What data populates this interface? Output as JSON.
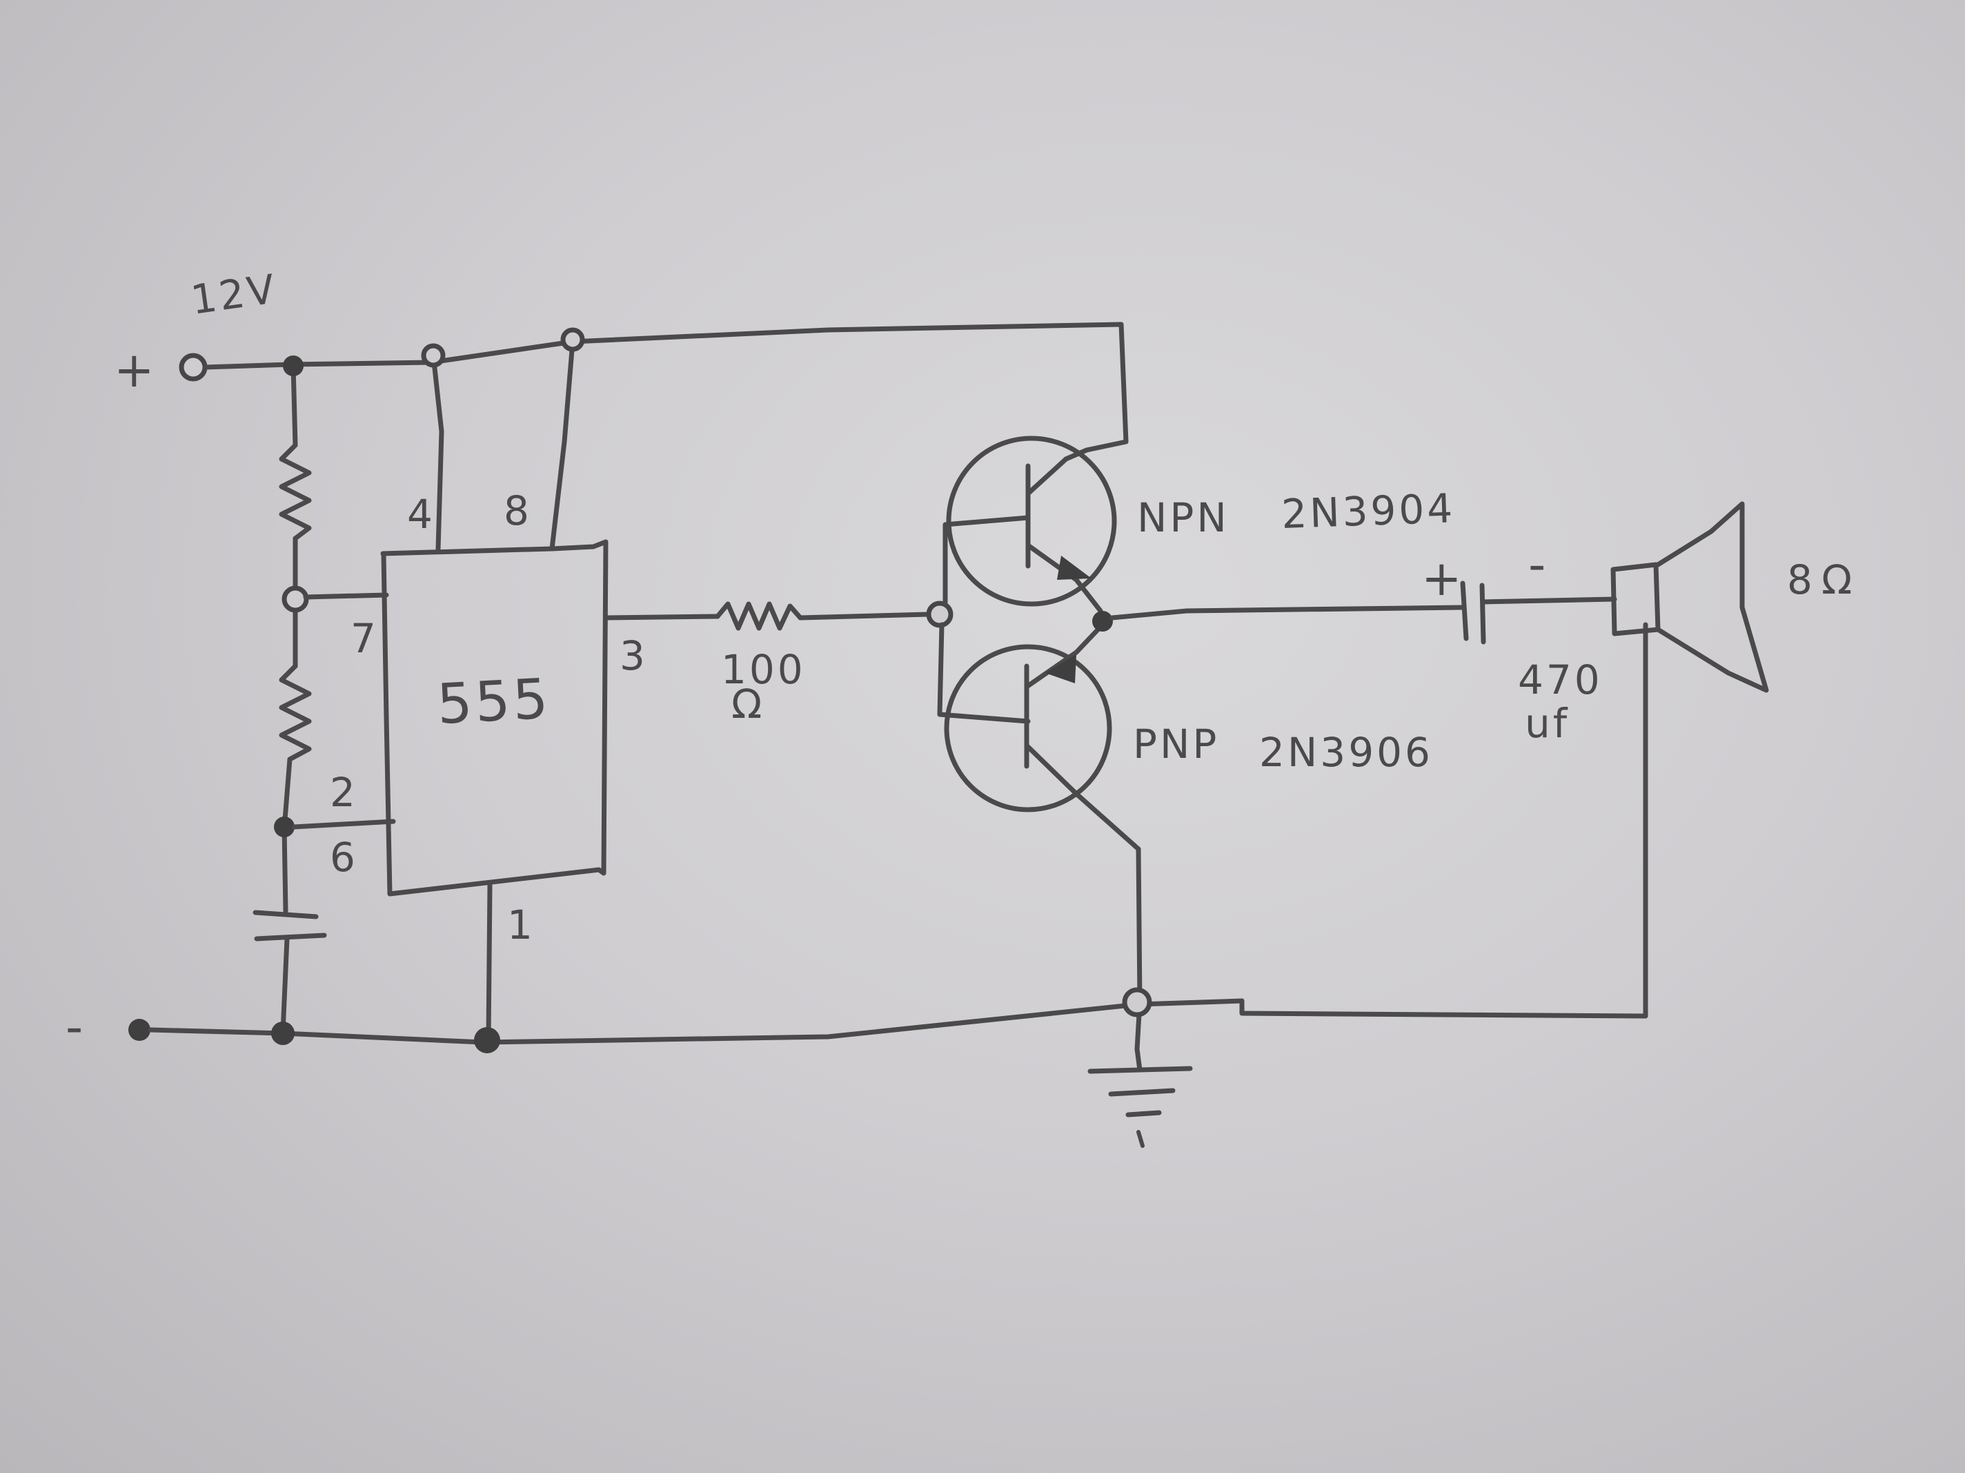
{
  "supply": {
    "voltage_label": "12V",
    "plus_sign": "+",
    "minus_sign": "-"
  },
  "ic": {
    "name": "555",
    "pin_4": "4",
    "pin_8": "8",
    "pin_7": "7",
    "pin_3": "3",
    "pin_2": "2",
    "pin_6": "6",
    "pin_1": "1"
  },
  "base_resistor": {
    "value": "100",
    "unit": "Ω"
  },
  "npn": {
    "type_label": "NPN",
    "part_number": "2N3904"
  },
  "pnp": {
    "type_label": "PNP",
    "part_number": "2N3906"
  },
  "coupling_capacitor": {
    "plus_sign": "+",
    "minus_sign": "-",
    "value": "470",
    "unit": "uf"
  },
  "speaker": {
    "impedance_value": "8",
    "impedance_unit": "Ω"
  },
  "colors": {
    "paper": "#cfcdd0",
    "pencil": "#4a4a4a"
  }
}
